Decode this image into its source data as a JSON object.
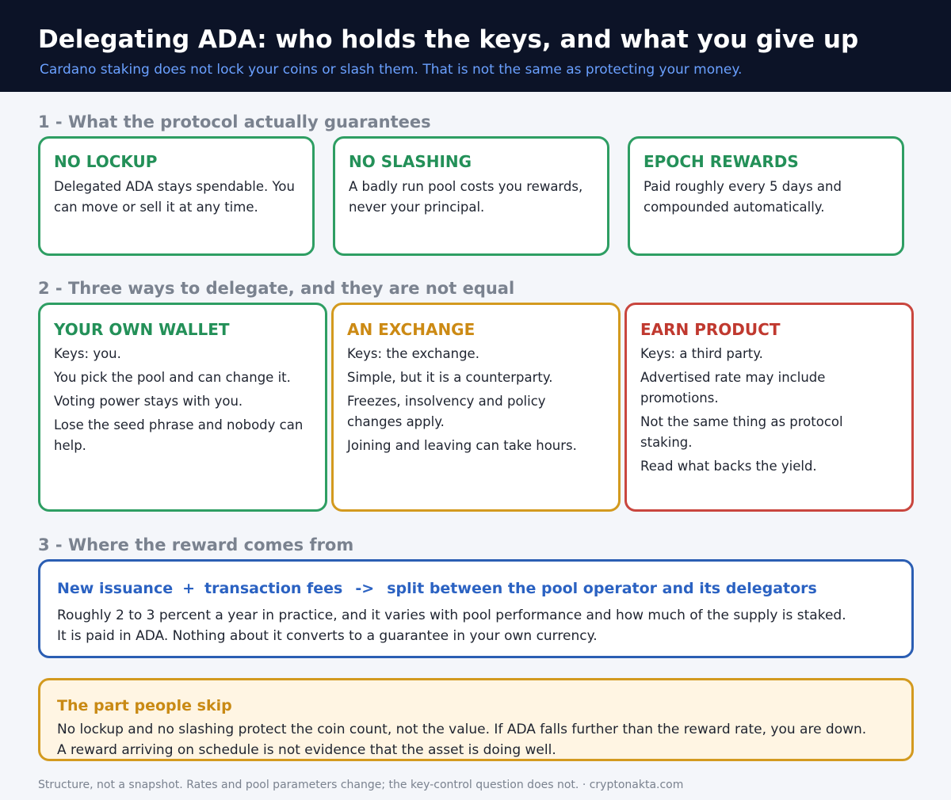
{
  "header": {
    "title": "Delegating ADA: who holds the keys, and what you give up",
    "subtitle": "Cardano staking does not lock your coins or slash them. That is not the same as protecting your money."
  },
  "section1": {
    "heading": "1 - What the protocol actually guarantees",
    "cards": [
      {
        "title": "NO LOCKUP",
        "body": "Delegated ADA stays spendable. You can move or sell it at any time."
      },
      {
        "title": "NO SLASHING",
        "body": "A badly run pool costs you rewards, never your principal."
      },
      {
        "title": "EPOCH REWARDS",
        "body": "Paid roughly every 5 days and compounded automatically."
      }
    ]
  },
  "section2": {
    "heading": "2 - Three ways to delegate, and they are not equal",
    "cards": [
      {
        "title": "YOUR OWN WALLET",
        "items": [
          "Keys: you.",
          "You pick the pool and can change it.",
          "Voting power stays with you.",
          "Lose the seed phrase and nobody can help."
        ]
      },
      {
        "title": "AN EXCHANGE",
        "items": [
          "Keys: the exchange.",
          "Simple, but it is a counterparty.",
          "Freezes, insolvency and policy changes apply.",
          "Joining and leaving can take hours."
        ]
      },
      {
        "title": "EARN PRODUCT",
        "items": [
          "Keys: a third party.",
          "Advertised rate may include promotions.",
          "Not the same thing as protocol staking.",
          "Read what backs the yield."
        ]
      }
    ]
  },
  "section3": {
    "heading": "3 - Where the reward comes from",
    "flow": {
      "source1": "New issuance",
      "plus": "+",
      "source2": "transaction fees",
      "arrow": "->",
      "result": "split between the pool operator and its delegators"
    },
    "lines": [
      "Roughly 2 to 3 percent a year in practice, and it varies with pool performance and how much of the supply is staked.",
      "It is paid in ADA. Nothing about it converts to a guarantee in your own currency."
    ]
  },
  "warning": {
    "title": "The part people skip",
    "lines": [
      "No lockup and no slashing protect the coin count, not the value. If ADA falls further than the reward rate, you are down.",
      "A reward arriving on schedule is not evidence that the asset is doing well."
    ]
  },
  "footer": "Structure, not a snapshot. Rates and pool parameters change; the key-control question does not. · cryptonakta.com"
}
